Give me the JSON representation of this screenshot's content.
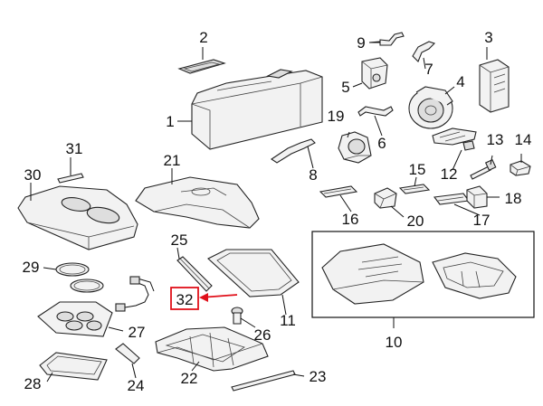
{
  "callouts": [
    {
      "id": "c1",
      "text": "1"
    },
    {
      "id": "c2",
      "text": "2"
    },
    {
      "id": "c3",
      "text": "3"
    },
    {
      "id": "c4",
      "text": "4"
    },
    {
      "id": "c5",
      "text": "5"
    },
    {
      "id": "c6",
      "text": "6"
    },
    {
      "id": "c7",
      "text": "7"
    },
    {
      "id": "c8",
      "text": "8"
    },
    {
      "id": "c9",
      "text": "9"
    },
    {
      "id": "c10",
      "text": "10"
    },
    {
      "id": "c11",
      "text": "11"
    },
    {
      "id": "c12",
      "text": "12"
    },
    {
      "id": "c13",
      "text": "13"
    },
    {
      "id": "c14",
      "text": "14"
    },
    {
      "id": "c15",
      "text": "15"
    },
    {
      "id": "c16",
      "text": "16"
    },
    {
      "id": "c17",
      "text": "17"
    },
    {
      "id": "c18",
      "text": "18"
    },
    {
      "id": "c19",
      "text": "19"
    },
    {
      "id": "c20",
      "text": "20"
    },
    {
      "id": "c21",
      "text": "21"
    },
    {
      "id": "c22",
      "text": "22"
    },
    {
      "id": "c23",
      "text": "23"
    },
    {
      "id": "c24",
      "text": "24"
    },
    {
      "id": "c25",
      "text": "25"
    },
    {
      "id": "c26",
      "text": "26"
    },
    {
      "id": "c27",
      "text": "27"
    },
    {
      "id": "c28",
      "text": "28"
    },
    {
      "id": "c29",
      "text": "29"
    },
    {
      "id": "c30",
      "text": "30"
    },
    {
      "id": "c31",
      "text": "31"
    },
    {
      "id": "c32",
      "text": "32"
    }
  ],
  "highlight": {
    "callout": "32",
    "color": "#e0101a"
  }
}
